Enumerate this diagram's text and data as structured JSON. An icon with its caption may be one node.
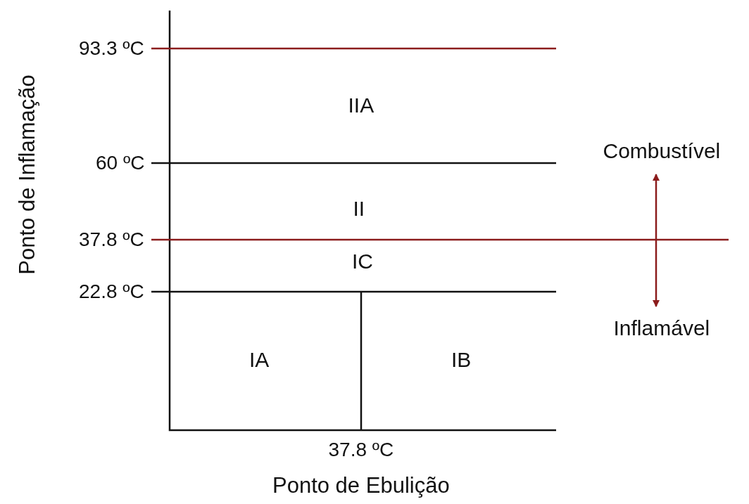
{
  "diagram": {
    "labels": [
      "Ponto de Inflamação",
      "93.3 ºC",
      "IIA",
      "60 ºC",
      "Combustível",
      "II",
      "37.8 ºC",
      "IC",
      "22.8 ºC",
      "Inflamável",
      "IA",
      "IB",
      "37.8 ºC",
      "Ponto de Ebulição"
    ]
  }
}
